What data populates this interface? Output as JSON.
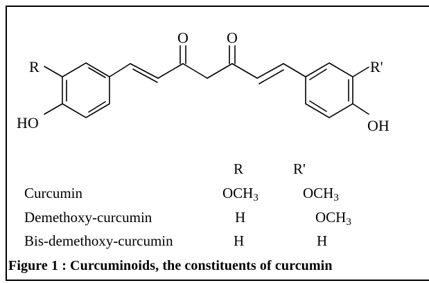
{
  "structure": {
    "labels": {
      "r_left": "R",
      "r_right": "R'",
      "ho_left": "HO",
      "oh_right": "OH",
      "oxygen_1": "O",
      "oxygen_2": "O"
    }
  },
  "substituents": {
    "header": {
      "r": "R",
      "r_prime": "R'"
    },
    "rows": [
      {
        "name": "Curcumin",
        "r_base": "OCH",
        "r_sub": "3",
        "rp_base": "OCH",
        "rp_sub": "3"
      },
      {
        "name": "Demethoxy-curcumin",
        "r_base": "H",
        "r_sub": "",
        "rp_base": "OCH",
        "rp_sub": "3"
      },
      {
        "name": "Bis-demethoxy-curcumin",
        "r_base": "H",
        "r_sub": "",
        "rp_base": "H",
        "rp_sub": ""
      }
    ]
  },
  "caption": "Figure 1 : Curcuminoids, the constituents of curcumin"
}
